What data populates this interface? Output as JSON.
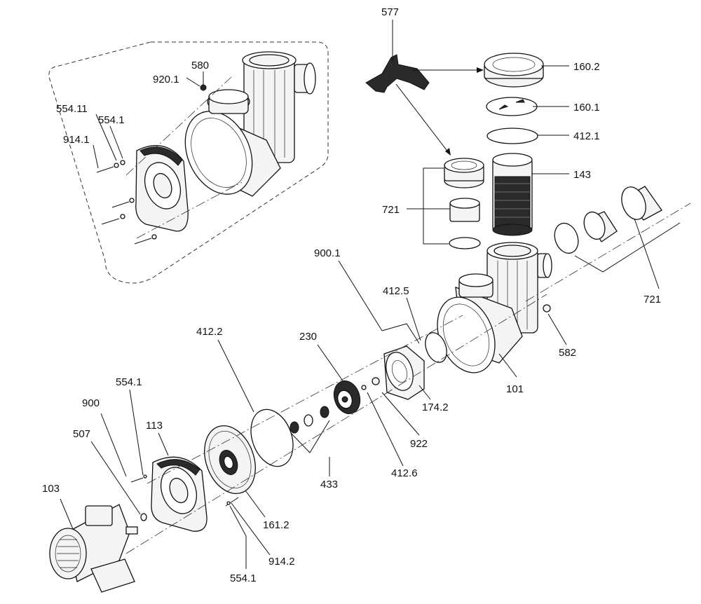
{
  "diagram": {
    "labels": {
      "l577": "577",
      "l160_2": "160.2",
      "l160_1": "160.1",
      "l412_1": "412.1",
      "l143": "143",
      "l721_a": "721",
      "l721_b": "721",
      "l580": "580",
      "l920_1": "920.1",
      "l554_11": "554.11",
      "l554_1_a": "554.1",
      "l914_1": "914.1",
      "l900_1": "900.1",
      "l412_5": "412.5",
      "l582": "582",
      "l101": "101",
      "l230": "230",
      "l174_2": "174.2",
      "l412_2": "412.2",
      "l922": "922",
      "l554_1_b": "554.1",
      "l900": "900",
      "l113": "113",
      "l507": "507",
      "l412_6": "412.6",
      "l433": "433",
      "l103": "103",
      "l161_2": "161.2",
      "l914_2": "914.2",
      "l554_1_c": "554.1"
    }
  }
}
